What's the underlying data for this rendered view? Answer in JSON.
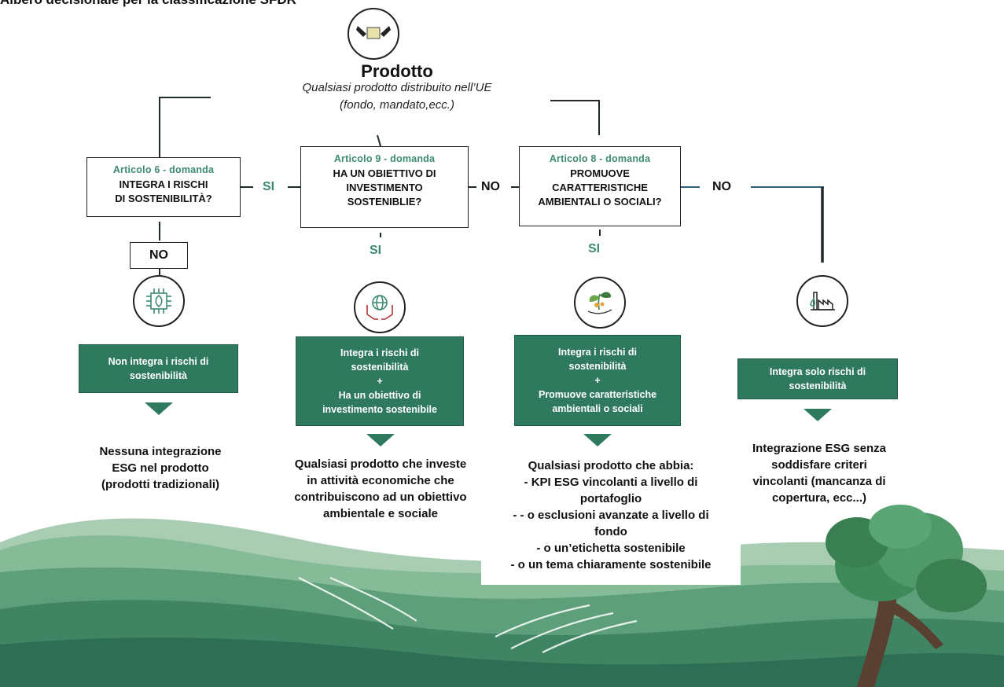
{
  "title": "Albero decisionale per la classificazione SFDR",
  "product": {
    "icon": "handshake-icon",
    "title": "Prodotto",
    "subtitle_1": "Qualsiasi prodotto distribuito nell’UE",
    "subtitle_2": "(fondo, mandato,ecc.)"
  },
  "questions": {
    "art6": {
      "tag": "Articolo 6 - domanda",
      "line1": "INTEGRA I RISCHI",
      "line2": "DI SOSTENIBILITÀ?"
    },
    "art9": {
      "tag": "Articolo 9 - domanda",
      "line1": "HA UN OBIETTIVO DI",
      "line2": "INVESTIMENTO",
      "line3": "SOSTENIBLIE?"
    },
    "art8": {
      "tag": "Articolo 8 - domanda",
      "line1": "PROMUOVE",
      "line2": "CARATTERISTICHE",
      "line3": "AMBIENTALI O SOCIALI?"
    }
  },
  "connectors": {
    "si_left": "SI",
    "no_middle": "NO",
    "no_right": "NO",
    "no_art6": "NO",
    "si_art9": "SI",
    "si_art8": "SI"
  },
  "icons": {
    "art6": "circuit-leaf-icon",
    "art9": "globe-hands-icon",
    "art8": "plant-hand-icon",
    "none": "factory-icon"
  },
  "results": {
    "art6": {
      "line1": "Non integra i rischi di",
      "line2": "sostenibilità"
    },
    "art9": {
      "line1": "Integra i rischi di",
      "line2": "sostenibilità",
      "line3": "+",
      "line4": "Ha un obiettivo di",
      "line5": "investimento sostenibile"
    },
    "art8": {
      "line1": "Integra i rischi di",
      "line2": "sostenibilità",
      "line3": "+",
      "line4": "Promuove caratteristiche",
      "line5": "ambientali o sociali"
    },
    "none": {
      "line1": "Integra solo rischi di",
      "line2": "sostenibilità"
    }
  },
  "outcomes": {
    "art6": {
      "line1": "Nessuna integrazione",
      "line2": "ESG nel prodotto",
      "line3": "(prodotti tradizionali)"
    },
    "art9": {
      "line1": "Qualsiasi prodotto che investe",
      "line2": "in attività economiche che",
      "line3": "contribuiscono ad un obiettivo",
      "line4": "ambientale e sociale"
    },
    "art8": {
      "intro": "Qualsiasi prodotto che abbia:",
      "b1a": "-   KPI ESG vincolanti a livello di",
      "b1b": "portafoglio",
      "b2a": "-   - o esclusioni avanzate a livello di",
      "b2b": "fondo",
      "b3": "-   o un’etichetta sostenibile",
      "b4": "-   o un tema chiaramente sostenibile"
    },
    "none": {
      "line1": "Integrazione ESG senza",
      "line2": "soddisfare criteri",
      "line3": "vincolanti (mancanza di",
      "line4": "copertura, ecc...)"
    }
  },
  "colors": {
    "accent": "#2f7a5e",
    "tag_green": "#3e8a6f",
    "landscape_dark": "#2d6e55",
    "landscape_light": "#6fae8a"
  }
}
